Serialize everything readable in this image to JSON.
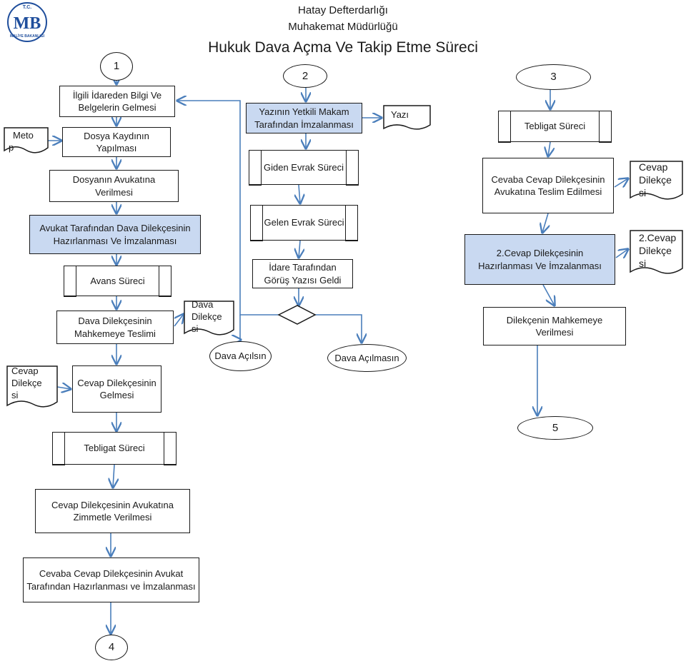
{
  "header": {
    "line1": "Hatay Defterdarlığı",
    "line2": "Muhakemat Müdürlüğü",
    "title": "Hukuk Dava Açma Ve Takip Etme Süreci"
  },
  "logo": {
    "top_text": "T.C.",
    "monogram": "MB",
    "bottom_text": "MALİYE BAKANLIĞI"
  },
  "colors": {
    "line": "#4a7ebb",
    "highlight": "#c9d9f1",
    "border": "#1a1a1a"
  },
  "connectors": {
    "n1": "1",
    "n2": "2",
    "n3": "3",
    "n4": "4",
    "n5": "5"
  },
  "column1": {
    "bilgi": "İlgili İdareden Bilgi Ve Belgelerin Gelmesi",
    "kayit": "Dosya Kaydının Yapılması",
    "avukata": "Dosyanın Avukatına Verilmesi",
    "hazirlanma": "Avukat Tarafından Dava Dilekçesinin Hazırlanması Ve İmzalanması",
    "avans": "Avans Süreci",
    "teslim": "Dava Dilekçesinin Mahkemeye Teslimi",
    "cevap_gelmesi": "Cevap Dilekçesinin Gelmesi",
    "tebligat": "Tebligat Süreci",
    "zimmet": "Cevap Dilekçesinin Avukatına Zimmetle Verilmesi",
    "cevaba_cevap": "Cevaba Cevap Dilekçesinin Avukat Tarafından Hazırlanması ve İmzalanması"
  },
  "column2": {
    "yetkili": "Yazının Yetkili Makam Tarafından İmzalanması",
    "giden": "Giden Evrak Süreci",
    "gelen": "Gelen Evrak Süreci",
    "gorus": "İdare Tarafından Görüş Yazısı Geldi",
    "acilsin": "Dava Açılsın",
    "acilmasin": "Dava Açılmasın"
  },
  "column3": {
    "tebligat": "Tebligat Süreci",
    "cevaba_cevap_teslim": "Cevaba Cevap Dilekçesinin Avukatına Teslim Edilmesi",
    "ikinci_cevap": "2.Cevap Dilekçesinin Hazırlanması Ve İmzalanması",
    "mahkemeye": "Dilekçenin Mahkemeye Verilmesi"
  },
  "documents": {
    "metop_line1": "Meto",
    "metop_line2": "p",
    "yazi": "Yazı",
    "dava_dilekce": [
      "Dava",
      "Dilekçe",
      "si"
    ],
    "cevap_dilekce_left": [
      "Cevap",
      "Dilekçe",
      "si"
    ],
    "cevap_dilekce_right": [
      "Cevap",
      "Dilekçe",
      "si"
    ],
    "ikinci_cevap_dilekce": [
      "2.Cevap",
      "Dilekçe",
      "si"
    ]
  }
}
